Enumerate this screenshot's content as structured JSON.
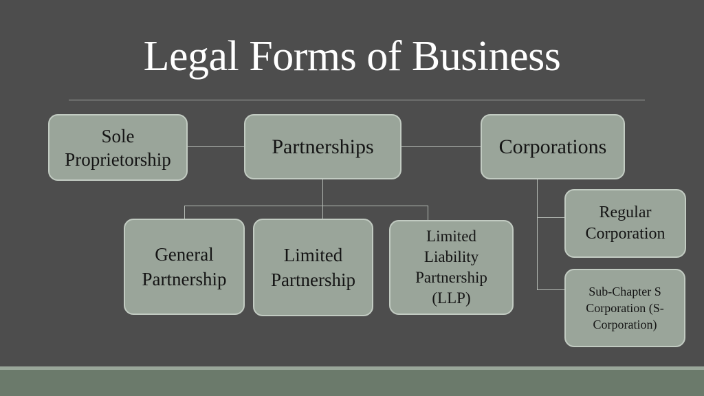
{
  "title": "Legal Forms of Business",
  "nodes": {
    "sole_proprietorship": "Sole Proprietorship",
    "partnerships": "Partnerships",
    "corporations": "Corporations",
    "general_partnership": "General Partnership",
    "limited_partnership": "Limited Partnership",
    "limited_liability_partnership": "Limited Liability Partnership (LLP)",
    "regular_corporation": "Regular Corporation",
    "s_corporation": "Sub-Chapter S Corporation (S-Corporation)"
  },
  "colors": {
    "background": "#4d4d4d",
    "box_fill": "#9aa59a",
    "box_border": "#c2cbc2",
    "footer": "#6b7a6b"
  }
}
